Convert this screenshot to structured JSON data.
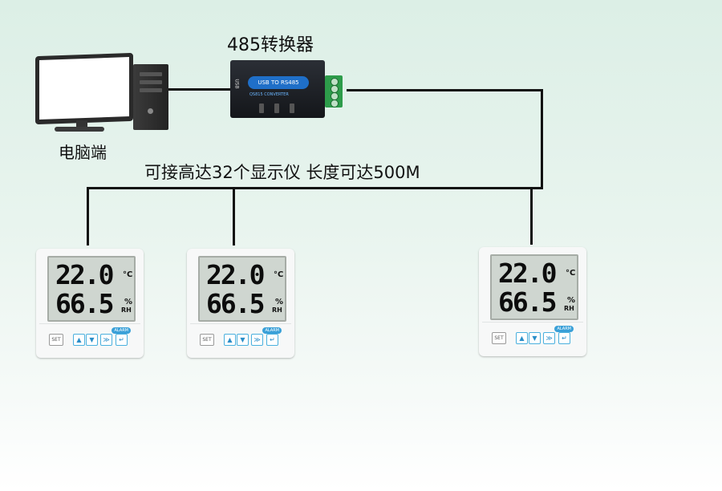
{
  "diagram": {
    "converter_title": "485转换器",
    "computer_label": "电脑端",
    "bus_caption": "可接高达32个显示仪  长度可达500M"
  },
  "converter": {
    "logo_text": "USB TO RS485",
    "model_text": "QS815  CONVERTER",
    "usb_text": "USB"
  },
  "displays": [
    {
      "temperature": "22.0",
      "temp_unit": "°C",
      "humidity": "66.5",
      "hum_unit": "%",
      "hum_unit2": "RH",
      "alarm": "ALARM",
      "set": "SET"
    },
    {
      "temperature": "22.0",
      "temp_unit": "°C",
      "humidity": "66.5",
      "hum_unit": "%",
      "hum_unit2": "RH",
      "alarm": "ALARM",
      "set": "SET"
    },
    {
      "temperature": "22.0",
      "temp_unit": "°C",
      "humidity": "66.5",
      "hum_unit": "%",
      "hum_unit2": "RH",
      "alarm": "ALARM",
      "set": "SET"
    }
  ],
  "buttons": {
    "up": "▲",
    "down": "▼",
    "next": "≫",
    "enter": "↵"
  }
}
